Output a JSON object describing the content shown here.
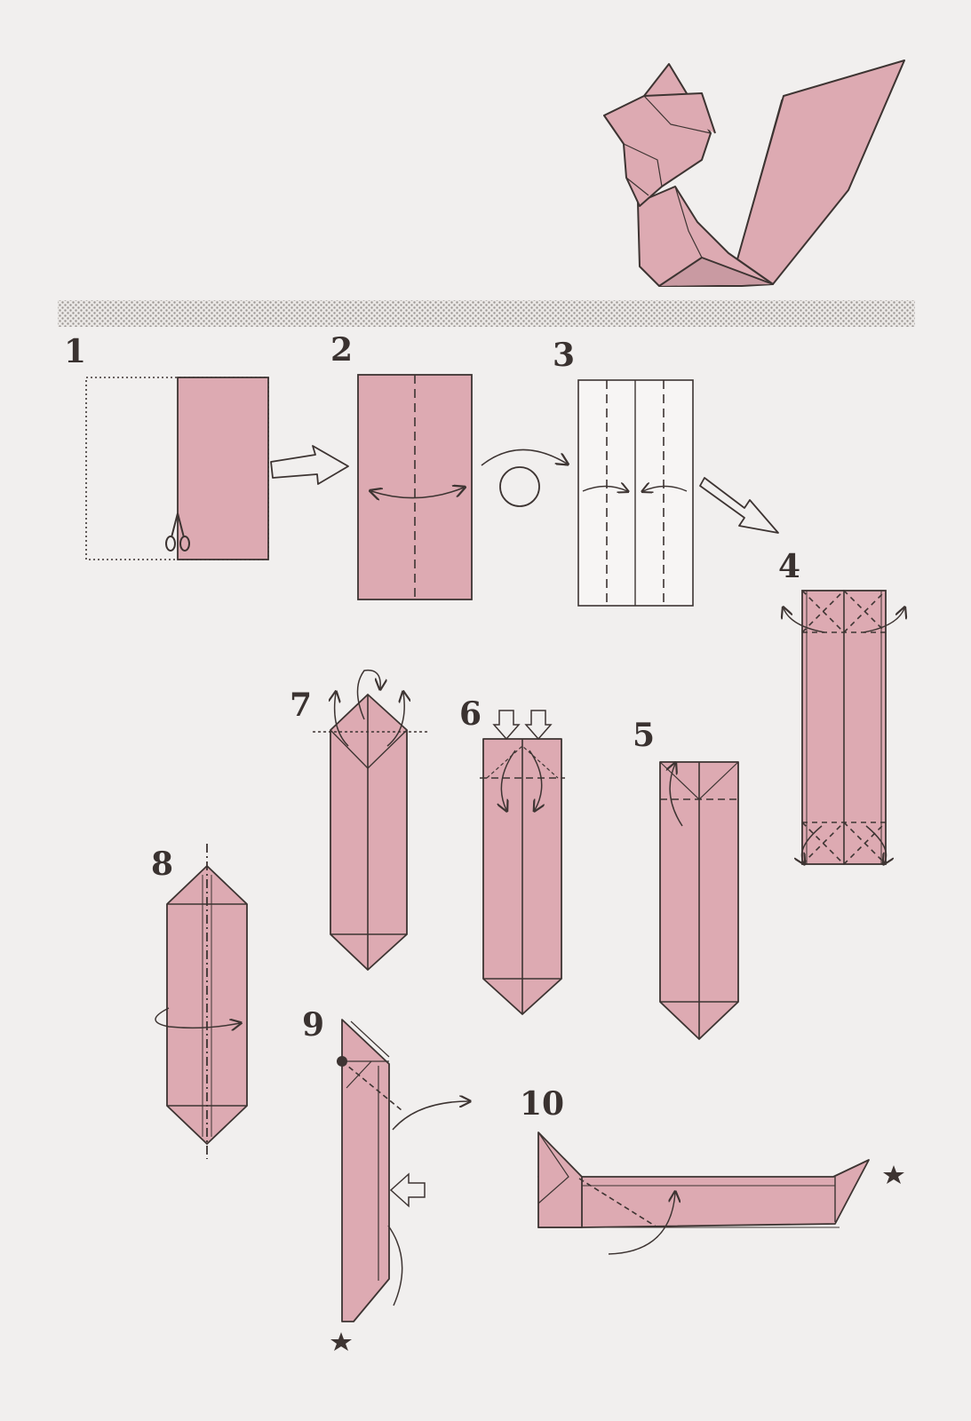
{
  "diagram": {
    "subject": "origami squirrel folding instructions",
    "colors": {
      "paper": "#ddaab2",
      "paper_dark": "#c99aa2",
      "line": "#3d3432",
      "background": "#f1efee",
      "band": "#bfbab8"
    },
    "steps": [
      {
        "number": "1"
      },
      {
        "number": "2"
      },
      {
        "number": "3"
      },
      {
        "number": "4"
      },
      {
        "number": "5"
      },
      {
        "number": "6"
      },
      {
        "number": "7"
      },
      {
        "number": "8"
      },
      {
        "number": "9"
      },
      {
        "number": "10"
      }
    ],
    "icons": [
      "scissors-icon",
      "turn-over-icon",
      "star-icon",
      "push-arrow-icon"
    ]
  }
}
